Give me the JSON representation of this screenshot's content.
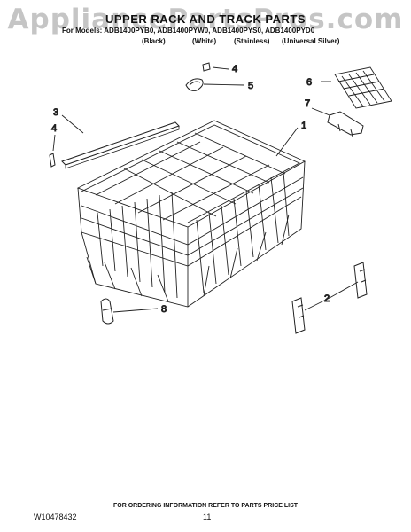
{
  "watermark": "AppliancePartsPros.com",
  "header": {
    "title": "UPPER RACK AND TRACK PARTS",
    "models_line": "For Models: ADB1400PYB0, ADB1400PYW0, ADB1400PYS0, ADB1400PYD0",
    "variants": [
      "(Black)",
      "(White)",
      "(Stainless)",
      "(Universal Silver)"
    ]
  },
  "callouts": [
    "1",
    "2",
    "3",
    "4",
    "4",
    "5",
    "6",
    "7",
    "8"
  ],
  "footer": {
    "note": "FOR ORDERING INFORMATION REFER TO PARTS PRICE LIST",
    "doc_number": "W10478432",
    "page": "11"
  },
  "colors": {
    "line": "#222222",
    "watermark": "#999999"
  }
}
